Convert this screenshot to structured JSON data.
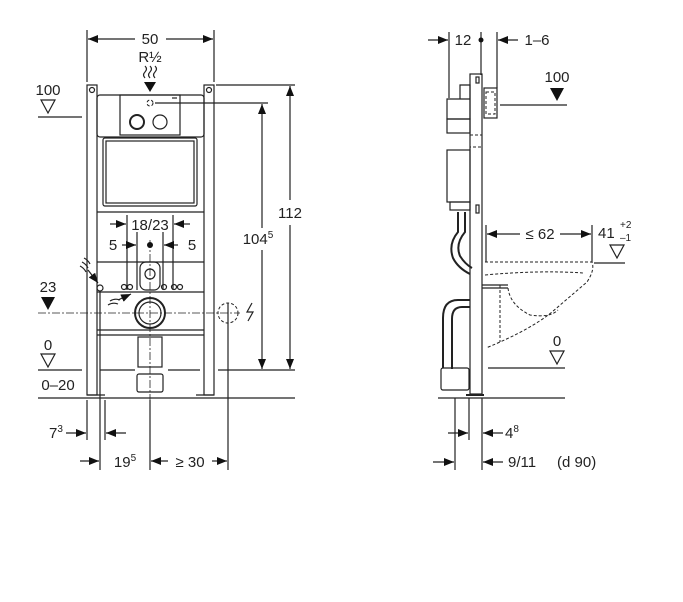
{
  "front_view": {
    "width": "50",
    "water_connection": "R½",
    "level_100": "100",
    "level_23": "23",
    "level_0": "0",
    "floor_range": "0–20",
    "height_112": "112",
    "height_1045": "104",
    "height_1045_sup": "5",
    "spacing_18_23": "18/23",
    "offset_left_5": "5",
    "offset_right_5": "5",
    "dim_73": "7",
    "dim_73_sup": "3",
    "dim_195": "19",
    "dim_195_sup": "5",
    "dim_min30": "≥ 30"
  },
  "side_view": {
    "dim_12": "12",
    "dim_1_6": "1–6",
    "level_100": "100",
    "max_62": "≤ 62",
    "seat_height": "41",
    "seat_tol_plus": "+2",
    "seat_tol_minus": "–1",
    "level_0": "0",
    "dim_48": "4",
    "dim_48_sup": "8",
    "dim_9_11": "9/11",
    "pipe_diameter": "(d 90)"
  }
}
